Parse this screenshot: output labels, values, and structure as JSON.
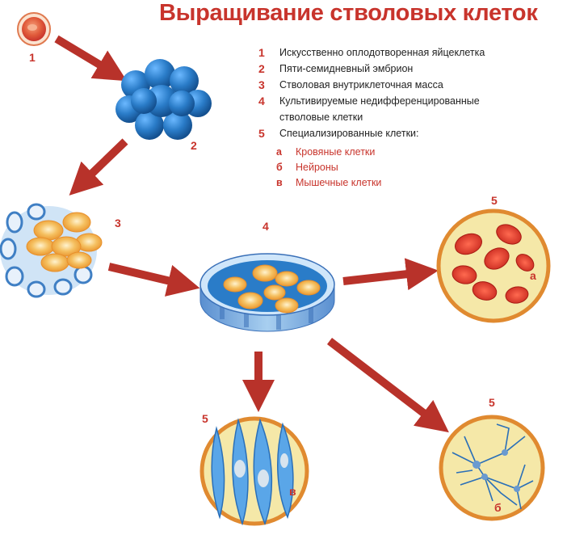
{
  "title": "Выращивание стволовых клеток",
  "legend": [
    {
      "num": "1",
      "text": "Искусственно оплодотворенная яйцеклетка"
    },
    {
      "num": "2",
      "text": "Пяти-семидневный эмбрион"
    },
    {
      "num": "3",
      "text": "Стволовая внутриклеточная масса"
    },
    {
      "num": "4",
      "text": "Культивируемые недифференцированные",
      "text2": "стволовые клетки"
    },
    {
      "num": "5",
      "text": "Специализированные клетки:"
    }
  ],
  "sublegend": [
    {
      "letter": "а",
      "text": "Кровяные клетки"
    },
    {
      "letter": "б",
      "text": "Нейроны"
    },
    {
      "letter": "в",
      "text": "Мышечные клетки"
    }
  ],
  "stage_labels": {
    "s1": "1",
    "s2": "2",
    "s3": "3",
    "s4": "4",
    "s5_blood": "5",
    "s5_muscle": "5",
    "s5_neuron": "5",
    "a": "а",
    "b": "б",
    "v": "в"
  },
  "colors": {
    "accent": "#c8342c",
    "arrow": "#b8322a",
    "embryo_blue": "#2a7cc8",
    "cell_orange": "#f0a030",
    "circle_fill": "#f5e8a8",
    "circle_border": "#e08a30"
  }
}
